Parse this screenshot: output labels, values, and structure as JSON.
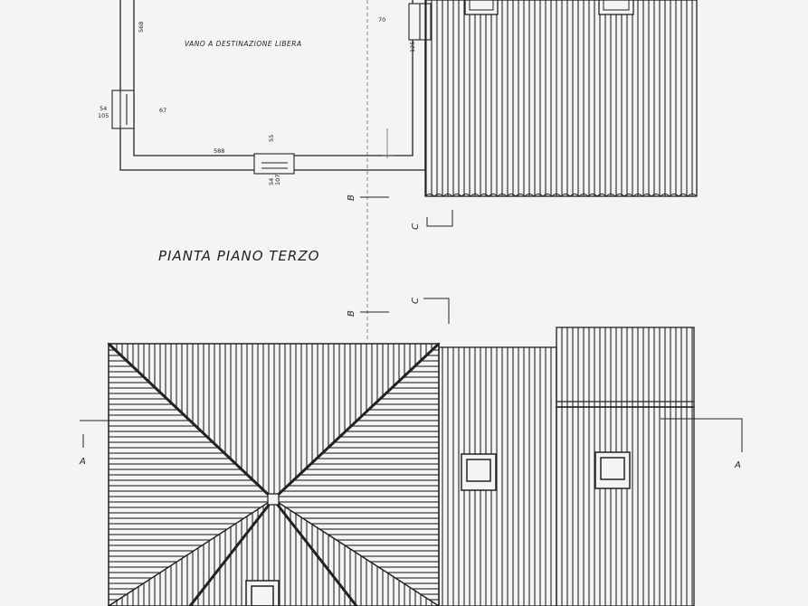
{
  "title": "PIANTA PIANO TERZO",
  "room_label": "VANO A DESTINAZIONE LIBERA",
  "dimensions": {
    "room_height": "568",
    "room_width": "588",
    "door_width": "70",
    "door_height": "125",
    "right_window_width": "67",
    "right_window_sill": "54",
    "right_window_height": "105",
    "bottom_window_width": "55",
    "bottom_window_sill": "54",
    "bottom_window_height": "107"
  },
  "section_marks": {
    "a_left": "A",
    "a_right": "A",
    "b_top": "B",
    "b_bottom": "B",
    "c_top": "C",
    "c_bottom": "C"
  },
  "colors": {
    "ink": "#222222",
    "paper": "#f4f4f2"
  }
}
